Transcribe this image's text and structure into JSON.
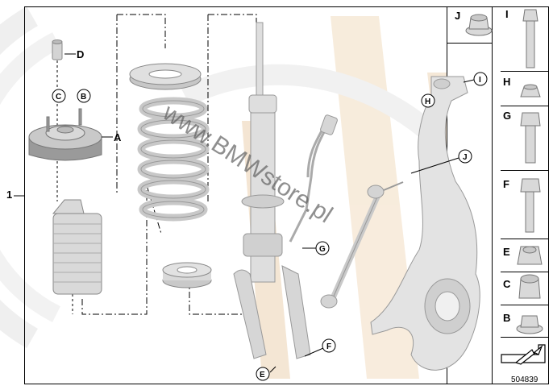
{
  "assembly_label": "1",
  "callouts": {
    "A": "A",
    "B": "B",
    "C": "C",
    "D": "D",
    "E": "E",
    "F": "F",
    "G": "G",
    "H": "H",
    "I": "I",
    "J": "J"
  },
  "legend": {
    "top_left": "J",
    "top_right": "I",
    "items": [
      "H",
      "G",
      "F",
      "E",
      "C",
      "B"
    ]
  },
  "watermark": "www.BMWstore.pl",
  "diagram_number": "504839",
  "icons": [
    "nut-icon",
    "bolt-icon",
    "washer-nut-icon",
    "arrow-icon"
  ]
}
